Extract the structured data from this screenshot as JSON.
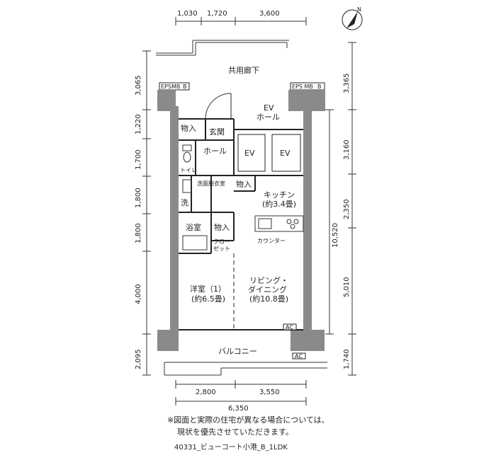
{
  "top_dims": [
    "1,030",
    "1,720",
    "3,600"
  ],
  "left_dims": [
    "3,065",
    "1,220",
    "1,700",
    "1,800",
    "1,800",
    "4,000",
    "2,095"
  ],
  "right_dims": [
    "3,365",
    "3,160",
    "2,350",
    "10,520",
    "5,010",
    "1,740"
  ],
  "bottom_dims": [
    "2,800",
    "3,550",
    "6,350"
  ],
  "rooms": {
    "corridor": "共用廊下",
    "eps_left": "EPSMB",
    "eps_left_tag": "B",
    "eps_right": "EPS MB",
    "eps_right_tag": "B",
    "ev": "EV",
    "ev_hall": "ホール",
    "ev1": "EV",
    "ev2": "EV",
    "storage1": "物入",
    "genkan": "玄関",
    "hall": "ホール",
    "toilet": "トイレ",
    "storage2": "物入",
    "kitchen": "キッチン",
    "kitchen_size": "(約3.4畳)",
    "washroom": "洗面脱衣室",
    "wash": "洗",
    "bath": "浴室",
    "storage3": "物入",
    "closet": "クロー",
    "closet2": "ゼット",
    "counter": "カウンター",
    "western": "洋室（1）",
    "western_size": "(約6.5畳)",
    "living": "リビング・",
    "dining": "ダイニング",
    "living_size": "(約10.8畳)",
    "ac1": "AC",
    "balcony": "バルコニー",
    "ac2": "AC"
  },
  "note_lines": [
    "※図面と実際の住宅が異なる場合については、",
    "現状を優先させていただきます。"
  ],
  "caption": "40331_ビューコート小港_B_1LDK"
}
